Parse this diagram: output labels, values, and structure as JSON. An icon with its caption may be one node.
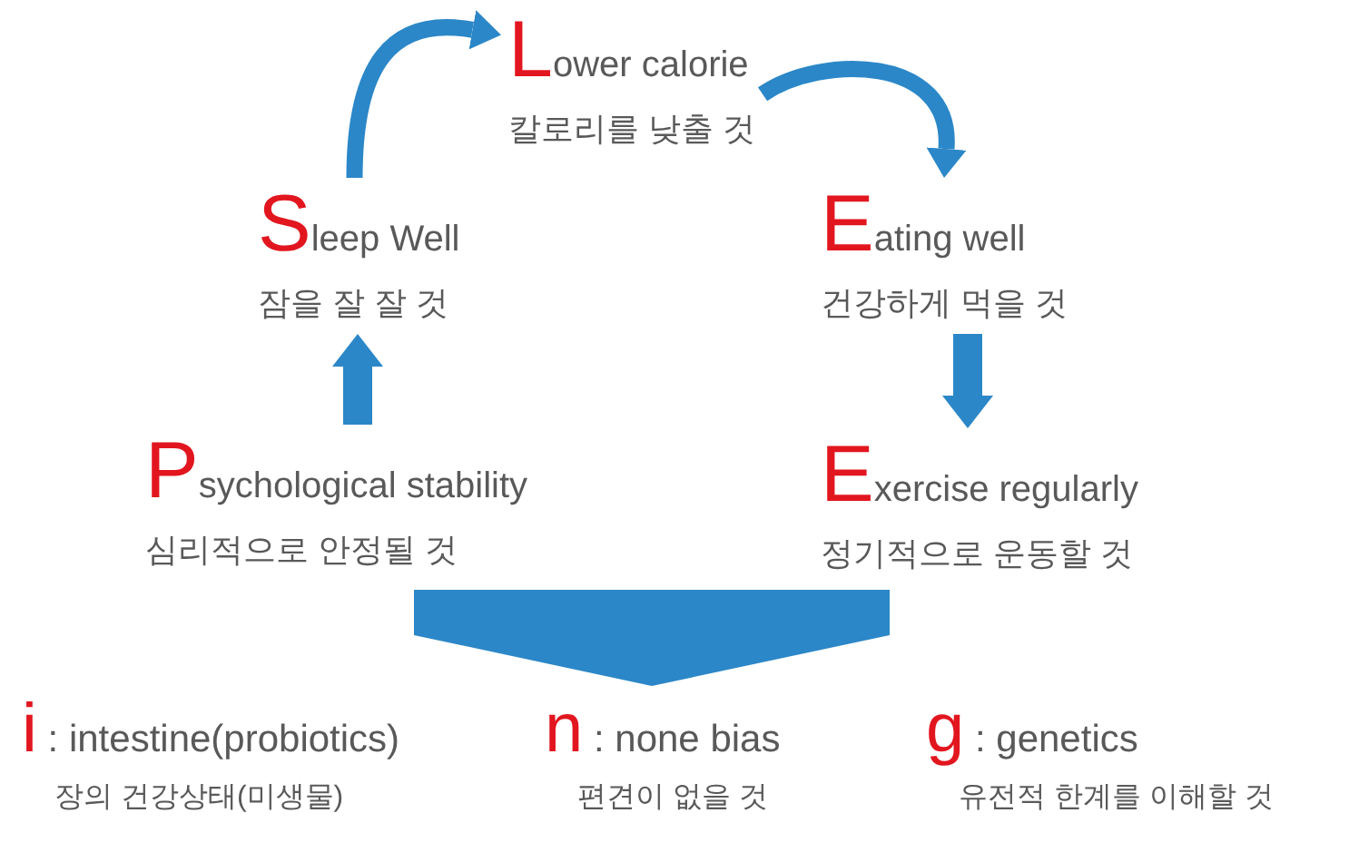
{
  "diagram": {
    "nodes": [
      {
        "text": [
          "Lower calorie",
          "칼로리를 낮출 것"
        ]
      },
      {
        "text": [
          "Sleep Well",
          "잠을 잘 잘 것"
        ]
      },
      {
        "text": [
          "Eating well",
          "건강하게 먹을 것"
        ]
      },
      {
        "text": [
          "Psychological stability",
          "심리적으로 안정될 것"
        ]
      },
      {
        "text": [
          "Exercise regularly",
          "정기적으로 운동할 것"
        ]
      },
      {
        "text": [
          "i : intestine(probiotics)",
          "장의 건강상태(미생물)"
        ]
      },
      {
        "text": [
          "n : none bias",
          "편견이 없을 것"
        ]
      },
      {
        "text": [
          "g : genetics",
          "유전적 한계를 이해할 것"
        ]
      }
    ],
    "edges": [
      {
        "from": 1,
        "to": 0,
        "arrow": "to"
      },
      {
        "from": 0,
        "to": 2,
        "arrow": "to"
      },
      {
        "from": 2,
        "to": 4,
        "arrow": "to"
      },
      {
        "from": 3,
        "to": 1,
        "arrow": "to"
      },
      {
        "from": null,
        "to": 6,
        "arrow": "to"
      }
    ]
  }
}
